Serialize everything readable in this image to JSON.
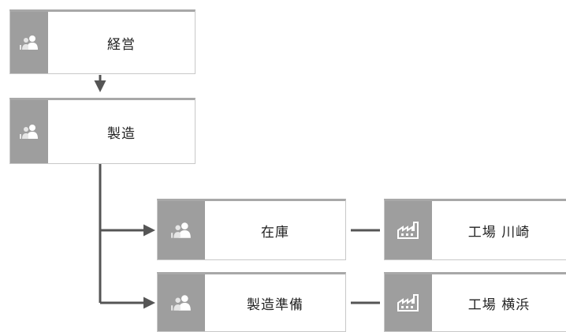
{
  "nodes": {
    "management": {
      "label": "経営",
      "icon": "people-icon"
    },
    "manufacturing": {
      "label": "製造",
      "icon": "people-icon"
    },
    "inventory": {
      "label": "在庫",
      "icon": "people-icon"
    },
    "manufacturing_prep": {
      "label": "製造準備",
      "icon": "people-icon"
    },
    "factory_kawasaki": {
      "label": "工場 川崎",
      "icon": "factory-icon"
    },
    "factory_yokohama": {
      "label": "工場 横浜",
      "icon": "factory-icon"
    }
  },
  "colors": {
    "icon_bg": "#9e9e9e",
    "connector": "#555555",
    "border": "#c8c8c8"
  }
}
